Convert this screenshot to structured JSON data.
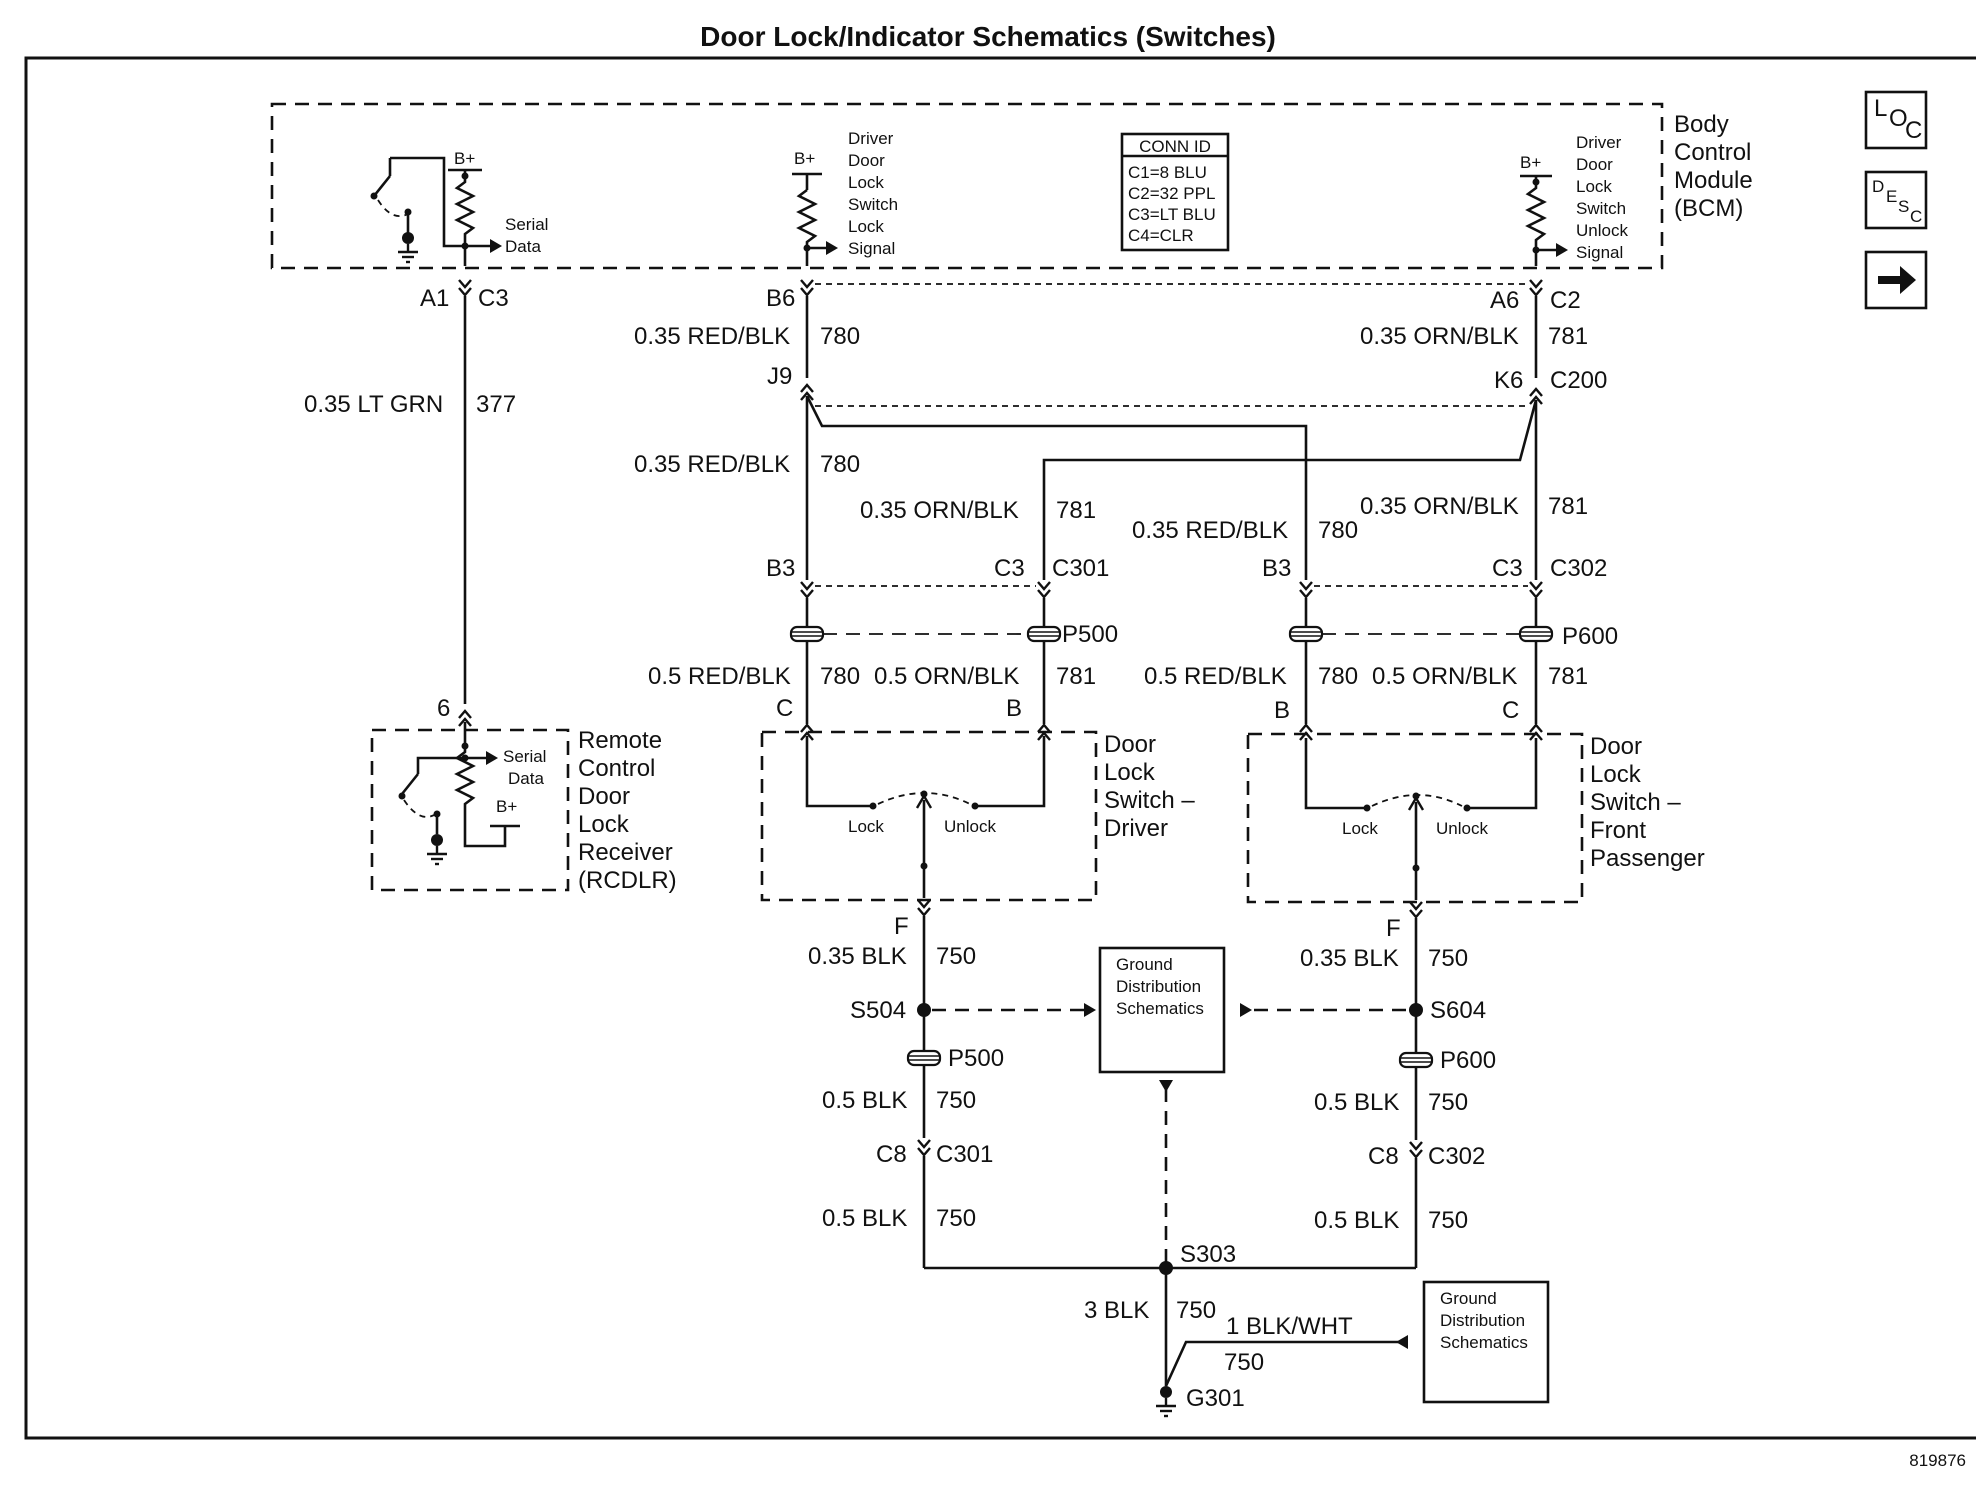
{
  "title": "Door Lock/Indicator Schematics (Switches)",
  "figure_id": "819876",
  "nav": {
    "loc": "LOC",
    "desc": "DESC"
  },
  "bcm": {
    "name": [
      "Body",
      "Control",
      "Module",
      "(BCM)"
    ]
  },
  "conn": {
    "header": "CONN ID",
    "lines": [
      "C1=8 BLU",
      "C2=32 PPL",
      "C3=LT BLU",
      "C4=CLR"
    ]
  },
  "common": {
    "bplus": "B+",
    "serial": [
      "Serial",
      "Data"
    ],
    "lock": "Lock",
    "unlock": "Unlock"
  },
  "bcm_lock_label": [
    "Driver",
    "Door",
    "Lock",
    "Switch",
    "Lock",
    "Signal"
  ],
  "bcm_unlock_label": [
    "Driver",
    "Door",
    "Lock",
    "Switch",
    "Unlock",
    "Signal"
  ],
  "rcdlr": {
    "name": [
      "Remote",
      "Control",
      "Door",
      "Lock",
      "Receiver",
      "(RCDLR)"
    ],
    "pin": "6"
  },
  "sw_driver": {
    "name": [
      "Door",
      "Lock",
      "Switch –",
      "Driver"
    ]
  },
  "sw_pass": {
    "name": [
      "Door",
      "Lock",
      "Switch –",
      "Front",
      "Passenger"
    ]
  },
  "gds": [
    "Ground",
    "Distribution",
    "Schematics"
  ],
  "labels": {
    "A1": "A1",
    "C3": "C3",
    "ltgrn": "0.35 LT GRN",
    "n377": "377",
    "B6": "B6",
    "A6": "A6",
    "C2": "C2",
    "rb35": "0.35 RED/BLK",
    "ob35": "0.35 ORN/BLK",
    "n780": "780",
    "n781": "781",
    "J9": "J9",
    "K6": "K6",
    "C200": "C200",
    "B3": "B3",
    "C301": "C301",
    "C302": "C302",
    "P500": "P500",
    "P600": "P600",
    "rb5": "0.5 RED/BLK",
    "ob5": "0.5 ORN/BLK",
    "C": "C",
    "B": "B",
    "F": "F",
    "blk35": "0.35 BLK",
    "blk5": "0.5 BLK",
    "n750": "750",
    "S504": "S504",
    "S604": "S604",
    "C8": "C8",
    "S303": "S303",
    "blk3": "3 BLK",
    "blkwht": "1 BLK/WHT",
    "G301": "G301"
  }
}
